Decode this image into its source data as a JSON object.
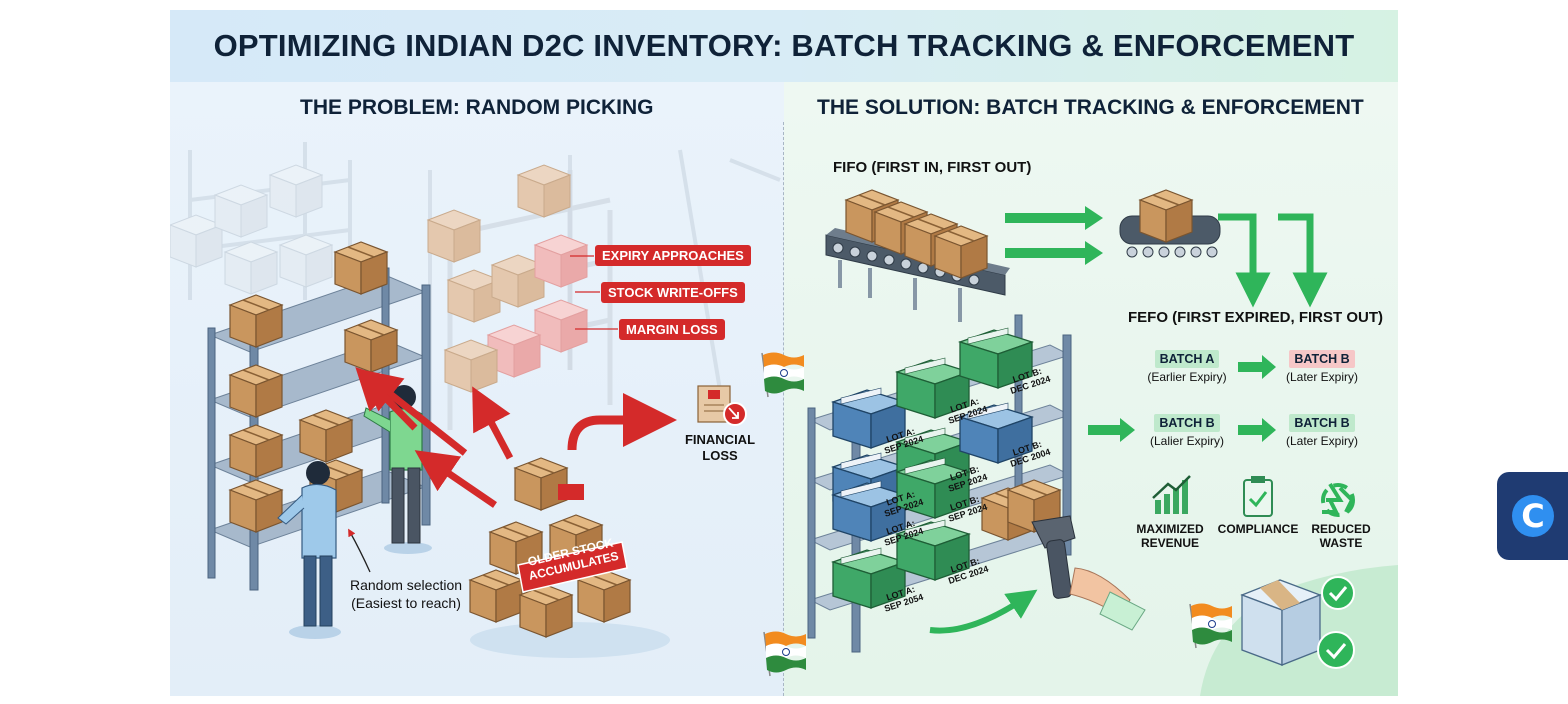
{
  "title": "OPTIMIZING INDIAN D2C INVENTORY: BATCH TRACKING & ENFORCEMENT",
  "problem": {
    "heading": "THE PROBLEM: RANDOM PICKING",
    "tags": [
      "EXPIRY APPROACHES",
      "STOCK WRITE-OFFS",
      "MARGIN LOSS"
    ],
    "financial_loss": [
      "FINANCIAL",
      "LOSS"
    ],
    "older_stock": [
      "OLDER STOCK",
      "ACCUMULATES"
    ],
    "random_selection": [
      "Random selection",
      "(Easiest to reach)"
    ]
  },
  "solution": {
    "heading": "THE SOLUTION: BATCH TRACKING & ENFORCEMENT",
    "fifo": "FIFO (FIRST IN, FIRST OUT)",
    "fefo": "FEFO (FIRST EXPIRED, FIRST OUT)",
    "fefo_rows": [
      {
        "from": {
          "name": "BATCH A",
          "note": "(Earlier Expiry)"
        },
        "to": {
          "name": "BATCH B",
          "note": "(Later Expiry)"
        }
      },
      {
        "from": {
          "name": "BATCH B",
          "note": "(Lalier Expiry)"
        },
        "to": {
          "name": "BATCH B",
          "note": "(Later Expiry)"
        }
      }
    ],
    "lots": [
      [
        "LOT A:",
        "SEP 2024"
      ],
      [
        "LOT A:",
        "SEP 2024"
      ],
      [
        "LOT B:",
        "DEC 2024"
      ],
      [
        "LOT A:",
        "SEP 2024"
      ],
      [
        "LOT B:",
        "SEP 2024"
      ],
      [
        "LOT B:",
        "DEC 2004"
      ],
      [
        "LOT A:",
        "SEP 2024"
      ],
      [
        "LOT B:",
        "SEP 2024"
      ],
      [
        "LOT A:",
        "SEP 2054"
      ],
      [
        "LOT B:",
        "DEC 2024"
      ]
    ],
    "benefits": [
      {
        "label": [
          "MAXIMIZED",
          "REVENUE"
        ],
        "icon": "chart-up-icon"
      },
      {
        "label": [
          "COMPLIANCE"
        ],
        "icon": "clipboard-check-icon"
      },
      {
        "label": [
          "REDUCED",
          "WASTE"
        ],
        "icon": "recycle-icon"
      }
    ]
  },
  "colors": {
    "red": "#d42a2a",
    "green": "#2fb55a",
    "navy": "#0f2238",
    "lot_green": "#3fa868",
    "lot_blue": "#4f84b8",
    "box_tan": "#c9965e"
  },
  "widget": {
    "glyph": "C"
  }
}
